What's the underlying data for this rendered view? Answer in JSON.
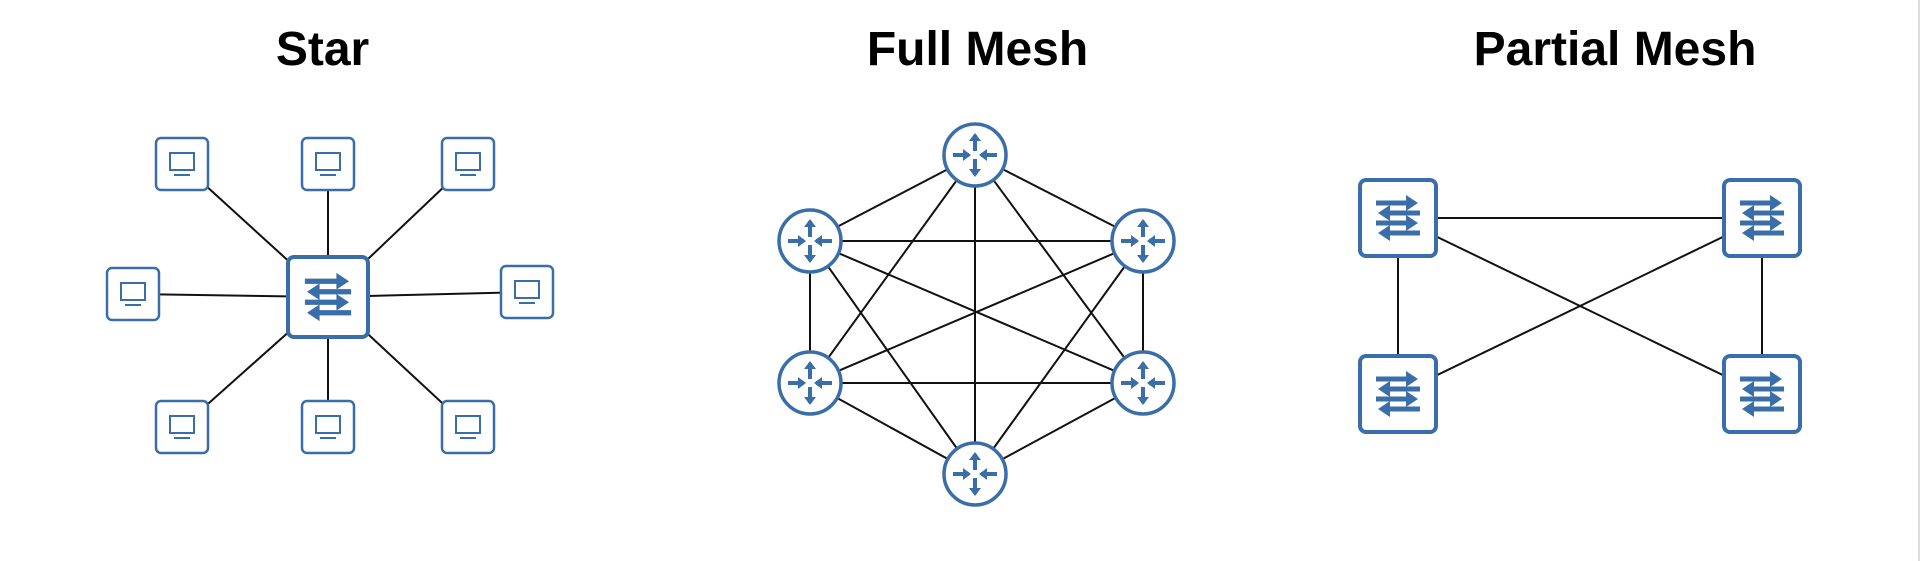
{
  "panels": {
    "star": {
      "title": "Star"
    },
    "full_mesh": {
      "title": "Full Mesh"
    },
    "partial_mesh": {
      "title": "Partial Mesh"
    }
  },
  "colors": {
    "device_stroke": "#3a6ea8",
    "link": "#111111",
    "background": "#ffffff"
  },
  "icons": {
    "hub": "switch-icon",
    "endpoint": "computer-icon",
    "mesh_node": "router-icon"
  },
  "topologies": {
    "star": {
      "endpoints": 8,
      "center": "switch"
    },
    "full_mesh": {
      "routers": 6,
      "links": 15
    },
    "partial_mesh": {
      "switches": 4,
      "links": 5
    }
  }
}
